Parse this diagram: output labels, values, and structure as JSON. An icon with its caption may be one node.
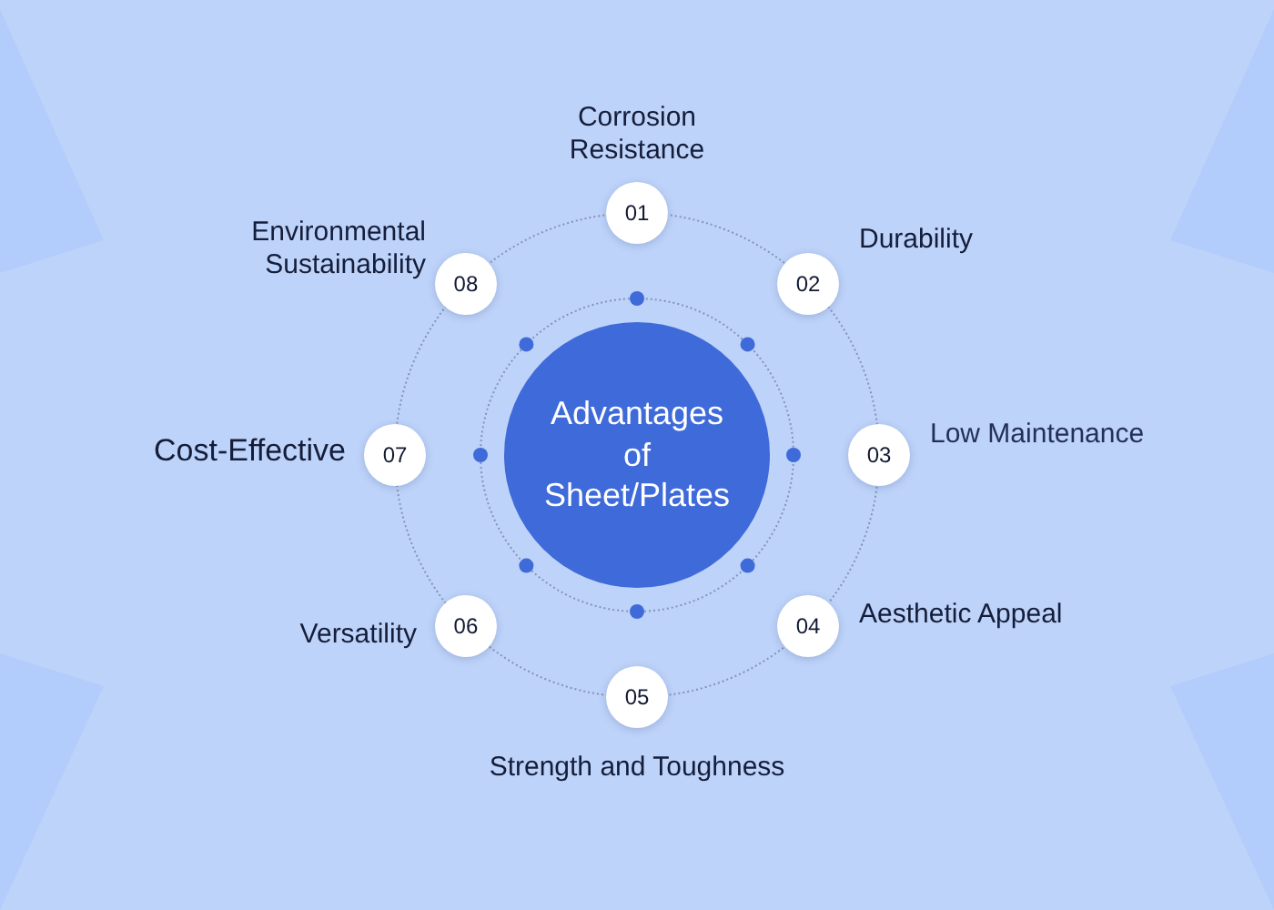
{
  "diagram": {
    "nodes": [
      {
        "text": [
          "Advantages of Sheet/Plates"
        ]
      },
      {
        "text": [
          "01"
        ],
        "beside": [
          "Corrosion Resistance"
        ]
      },
      {
        "text": [
          "02"
        ],
        "beside": [
          "Durability"
        ]
      },
      {
        "text": [
          "03"
        ],
        "beside": [
          "Low Maintenance"
        ]
      },
      {
        "text": [
          "04"
        ],
        "beside": [
          "Aesthetic Appeal"
        ]
      },
      {
        "text": [
          "05"
        ],
        "beside": [
          "Strength and Toughness"
        ]
      },
      {
        "text": [
          "06"
        ],
        "beside": [
          "Versatility"
        ]
      },
      {
        "text": [
          "07"
        ],
        "beside": [
          "Cost-Effective"
        ]
      },
      {
        "text": [
          "08"
        ],
        "beside": [
          "Environmental Sustainability"
        ]
      }
    ]
  }
}
